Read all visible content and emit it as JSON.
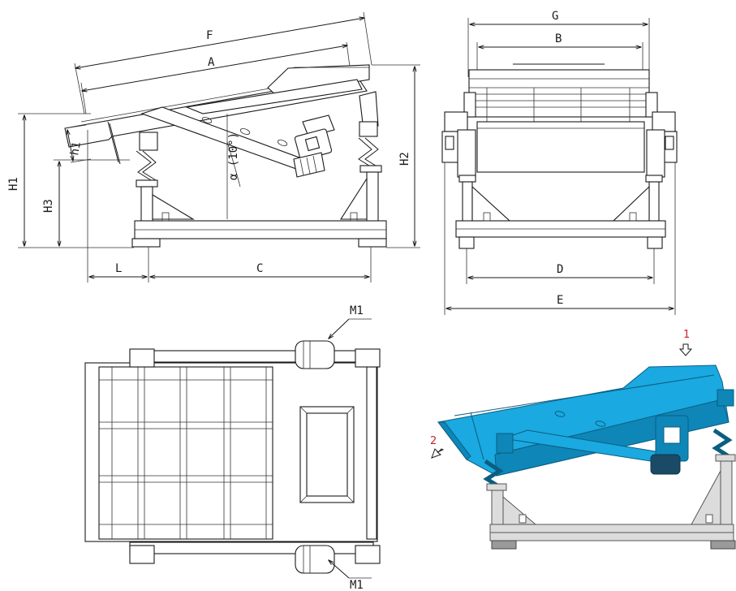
{
  "side_view": {
    "labels": {
      "F": "F",
      "A": "A",
      "h1": "h1",
      "H1": "H1",
      "H3": "H3",
      "H2": "H2",
      "L": "L",
      "C": "C",
      "angle": "α (10°)"
    }
  },
  "front_view": {
    "labels": {
      "G": "G",
      "B": "B",
      "D": "D",
      "E": "E"
    }
  },
  "top_view": {
    "labels": {
      "motor_top": "M1",
      "motor_bottom": "M1"
    }
  },
  "iso_view": {
    "labels": {
      "inlet": "1",
      "outlet": "2"
    },
    "colors": {
      "body": "#1aa9e0",
      "frame": "#dcdcdc",
      "accent": "#d0202a"
    }
  }
}
